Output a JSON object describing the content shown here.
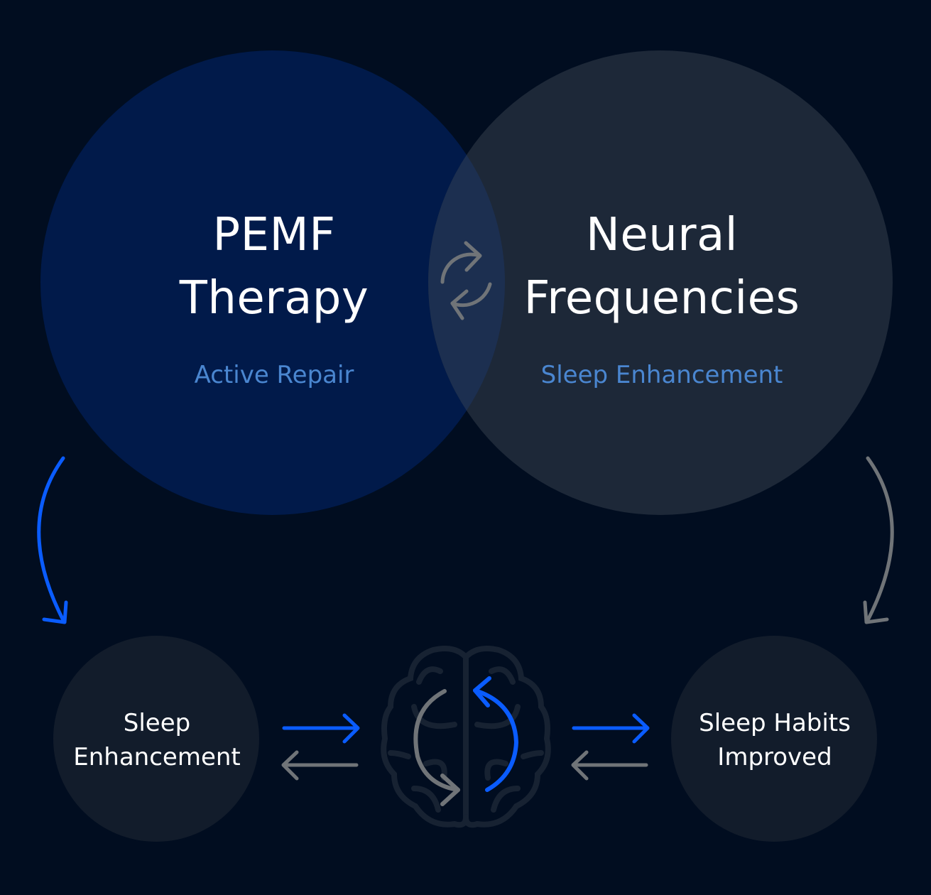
{
  "left_circle": {
    "title_line1": "PEMF",
    "title_line2": "Therapy",
    "subtitle": "Active Repair"
  },
  "right_circle": {
    "title_line1": "Neural",
    "title_line2": "Frequencies",
    "subtitle": "Sleep Enhancement"
  },
  "bottom_left": {
    "line1": "Sleep",
    "line2": "Enhancement"
  },
  "bottom_right": {
    "line1": "Sleep Habits",
    "line2": "Improved"
  },
  "center_icon": "brain-icon",
  "colors": {
    "background": "#010d20",
    "left_circle": "#011a4a",
    "right_circle": "#1d2838",
    "overlap": "#1c2f50",
    "small_circle": "#121c2b",
    "accent_blue": "#0a5cff",
    "gray_arrow": "#707478",
    "subtitle": "#4a86d0"
  }
}
